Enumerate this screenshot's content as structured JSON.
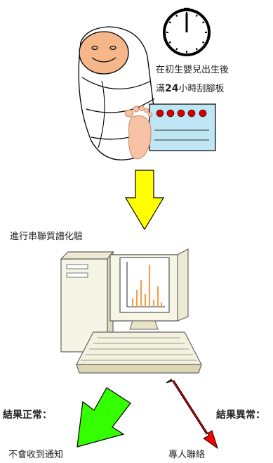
{
  "steps": {
    "heel_prick_line1": "在初生嬰兒出生後",
    "heel_prick_line2_prefix": "滿",
    "heel_prick_line2_number": "24",
    "heel_prick_line2_suffix": "小時刮腳板",
    "lab_test": "進行串聯質譜化驗"
  },
  "results": {
    "normal_label": "結果正常：",
    "normal_action": "不會收到通知",
    "abnormal_label": "結果異常：",
    "abnormal_action": "專人聯絡"
  },
  "colors": {
    "baby_face": "#f5b68a",
    "card": "#bfe6f4",
    "card_dots": "#d80000",
    "down_arrow": "#ffff00",
    "normal_arrow": "#33ff00",
    "abnormal_arrow": "#ff0000",
    "chart_bars": "#f0a050"
  },
  "icons": [
    "clock-icon",
    "baby-icon",
    "footprint-icon",
    "blood-spot-card-icon",
    "computer-icon"
  ]
}
